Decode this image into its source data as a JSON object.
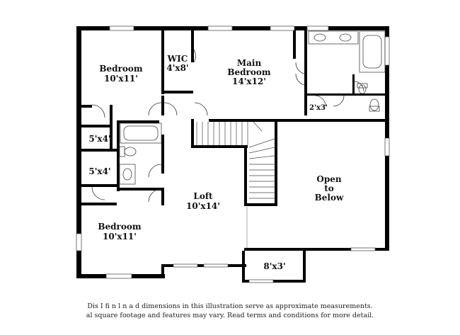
{
  "rooms": {
    "bedroom_top": {
      "name": "Bedroom",
      "size": "10'x11'"
    },
    "wic": {
      "name": "WIC",
      "size": "4'x8'"
    },
    "main_bedroom": {
      "name": "Main",
      "name2": "Bedroom",
      "size": "14'x12'"
    },
    "closet_2x3": {
      "size": "2'x3'"
    },
    "closet_5x4_a": {
      "size": "5'x4'"
    },
    "closet_5x4_b": {
      "size": "5'x4'"
    },
    "loft": {
      "name": "Loft",
      "size": "10'x14'"
    },
    "open_below": {
      "line1": "Open",
      "line2": "to",
      "line3": "Below"
    },
    "bedroom_bottom": {
      "name": "Bedroom",
      "size": "10'x11'"
    },
    "balcony_8x3": {
      "size": "8'x3'"
    }
  },
  "disclaimer": {
    "line1": "Dis                  I    fi     n    l n   a   d dimensions in this illustration serve as approximate measurements.",
    "line2": "al square footage and features may vary. Read terms and conditions for more detail."
  }
}
